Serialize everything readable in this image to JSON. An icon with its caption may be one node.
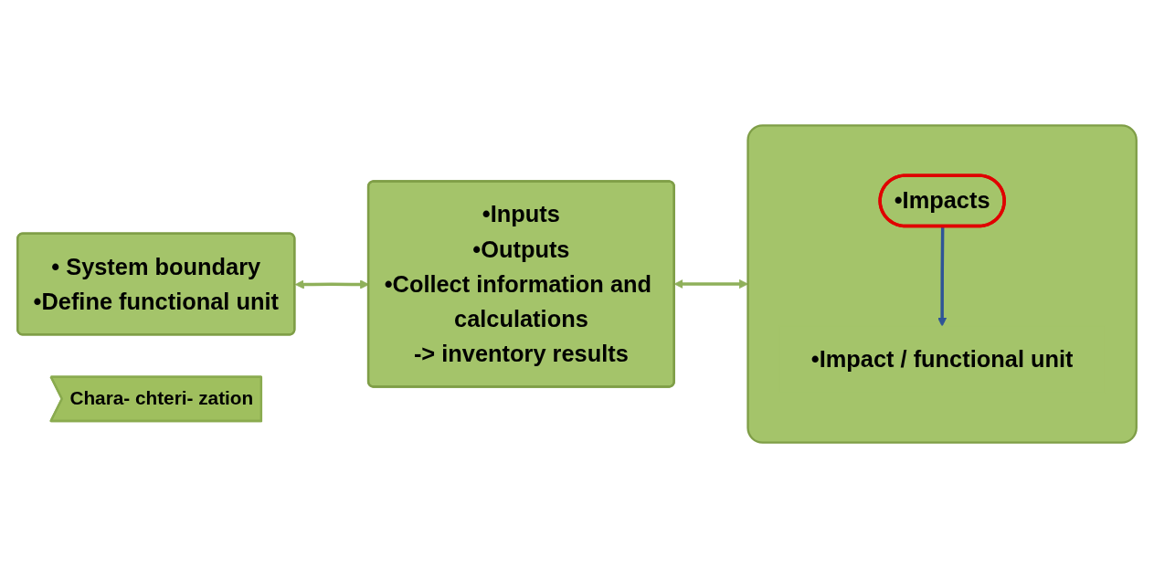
{
  "diagram": {
    "nodes": [
      {
        "text": [
          "• System boundary",
          "•Define functional unit"
        ]
      },
      {
        "text": [
          "•Inputs",
          "•Outputs",
          "•Collect information and calculations",
          "-> inventory results"
        ]
      },
      {
        "text": [],
        "shape": "box"
      },
      {
        "text": [
          "•Impacts"
        ],
        "in": 2
      },
      {
        "text": [
          "•Impact / functional unit"
        ],
        "in": 2
      },
      {
        "text": [
          "Chara- chteri- zation"
        ]
      }
    ],
    "edges": [
      {
        "from": 0,
        "to": 1,
        "arrow": "both"
      },
      {
        "from": 1,
        "to": 2,
        "arrow": "both"
      },
      {
        "from": 3,
        "to": 4,
        "arrow": "to",
        "color": "#2f5597"
      }
    ]
  }
}
